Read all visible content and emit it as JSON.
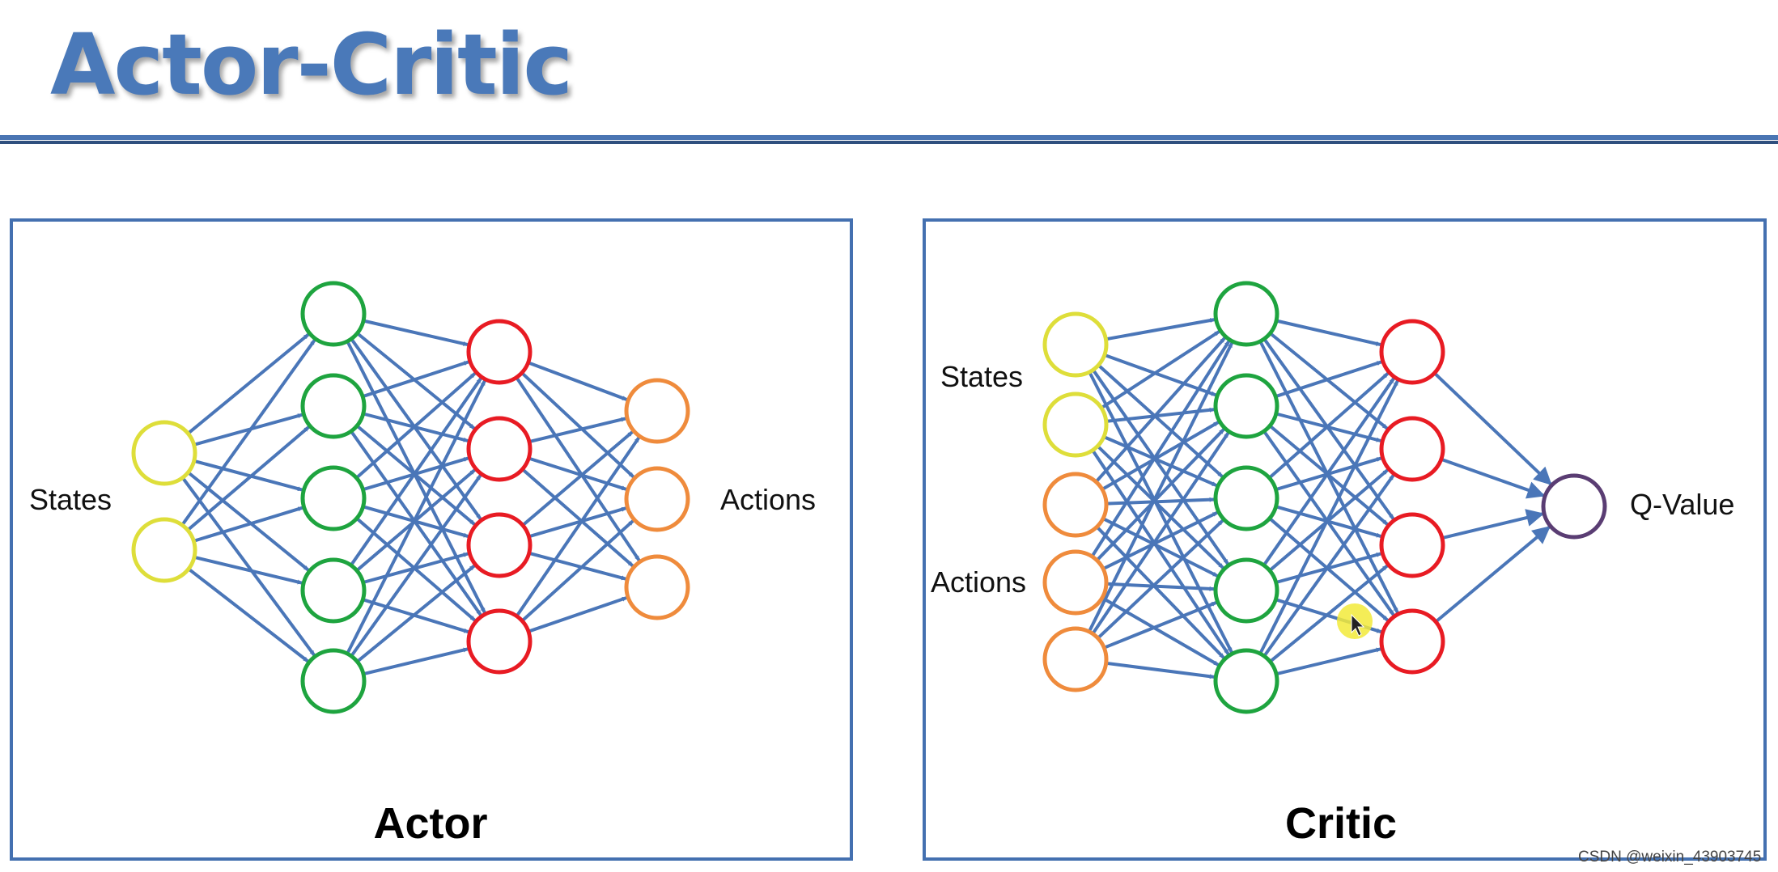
{
  "slide": {
    "title": "Actor-Critic"
  },
  "actor": {
    "title": "Actor",
    "input_label": "States",
    "output_label": "Actions",
    "layers": [
      {
        "role": "input",
        "color": "#dede3a",
        "count": 2
      },
      {
        "role": "hidden",
        "color": "#1ea43f",
        "count": 5
      },
      {
        "role": "hidden",
        "color": "#e81b23",
        "count": 4
      },
      {
        "role": "output",
        "color": "#ef8b3c",
        "count": 3
      }
    ]
  },
  "critic": {
    "title": "Critic",
    "states_label": "States",
    "actions_label": "Actions",
    "output_label": "Q-Value",
    "layers": [
      {
        "role": "input",
        "colors": [
          "#dede3a",
          "#dede3a",
          "#ef8b3c",
          "#ef8b3c",
          "#ef8b3c"
        ],
        "count": 5
      },
      {
        "role": "hidden",
        "color": "#1ea43f",
        "count": 5
      },
      {
        "role": "hidden",
        "color": "#e81b23",
        "count": 4
      },
      {
        "role": "output",
        "color": "#5a3d73",
        "count": 1
      }
    ]
  },
  "colors": {
    "title": "#4a79b9",
    "edge": "#4a76b8",
    "frame": "#4470b0",
    "pointer_highlight": "#f2ea3a"
  },
  "watermark": "CSDN @weixin_43903745"
}
